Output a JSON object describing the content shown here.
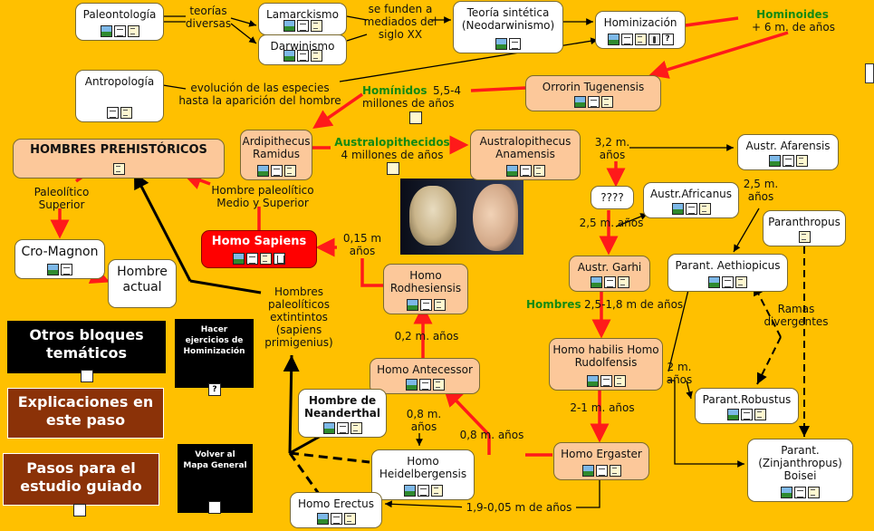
{
  "nodes": {
    "paleontologia": "Paleontología",
    "lamarckismo": "Lamarckismo",
    "darwinismo": "Darwinismo",
    "teoria_sintetica": "Teoría sintética (Neodarwinismo)",
    "hominizacion": "Hominización",
    "antropologia": "Antropología",
    "orrorin": "Orrorin Tugenensis",
    "hombres_prehistoricos": "HOMBRES PREHISTÓRICOS",
    "ardipithecus": "Ardipithecus Ramidus",
    "australopithecus_anamensis": "Australopithecus Anamensis",
    "afarensis": "Austr. Afarensis",
    "africanus": "Austr.Africanus",
    "unknown": "????",
    "paranthropus": "Paranthropus",
    "aethiopicus": "Parant. Aethiopicus",
    "garhi": "Austr. Garhi",
    "homo_sapiens": "Homo Sapiens",
    "cro_magnon": "Cro-Magnon",
    "hombre_actual": "Hombre actual",
    "rodhesiensis": "Homo Rodhesiensis",
    "habilis": "Homo habilis Homo Rudolfensis",
    "antecessor": "Homo Antecessor",
    "neanderthal": "Hombre de Neanderthal",
    "robustus": "Parant.Robustus",
    "heidelbergensis": "Homo Heidelbergensis",
    "ergaster": "Homo Ergaster",
    "boisei": "Parant. (Zinjanthropus) Boisei",
    "erectus": "Homo Erectus"
  },
  "labels": {
    "teorias_diversas": "teorías diversas",
    "se_funden": "se funden a mediados del siglo XX",
    "hominoides": "Hominoides",
    "hominoides_years": "+ 6 m. de años",
    "evolucion": "evolución de las especies hasta la aparición del hombre",
    "hominidos": "Homínidos",
    "hominidos_years": "5,5-4 millones de años",
    "australopithecidos": "Australopithecidos",
    "australopithecidos_years": "4 millones de años",
    "age_32": "3,2 m. años",
    "age_25a": "2,5 m. años",
    "age_25b": "2,5 m. años",
    "paleolitico_superior": "Paleolítico Superior",
    "hombre_paleolitico": "Hombre paleolítico Medio y Superior",
    "age_015": "0,15 m años",
    "hombres": "Hombres",
    "hombres_years": "2,5-1,8 m de años",
    "rama_divergentes": "Ramas divergentes",
    "age_2m": "2 m. años",
    "age_02": "0,2 m. años",
    "extintos": "Hombres paleolíticos extintintos (sapiens primigenius)",
    "age_08a": "0,8 m. años",
    "age_08b": "0,8 m. años",
    "age_21": "2-1 m. años",
    "age_19": "1,9-0,05 m de años"
  },
  "side": {
    "otros_bloques": "Otros bloques temáticos",
    "ejercicios": "Hacer ejercicios de Hominización",
    "explicaciones": "Explicaciones en este paso",
    "pasos": "Pasos para el estudio guiado",
    "volver": "Volver al Mapa General"
  },
  "colors": {
    "background": "#ffc000",
    "red_link": "#ff1a1a",
    "black_link": "#000000",
    "peach_node": "#fcc89a",
    "green_label": "#138a13"
  }
}
